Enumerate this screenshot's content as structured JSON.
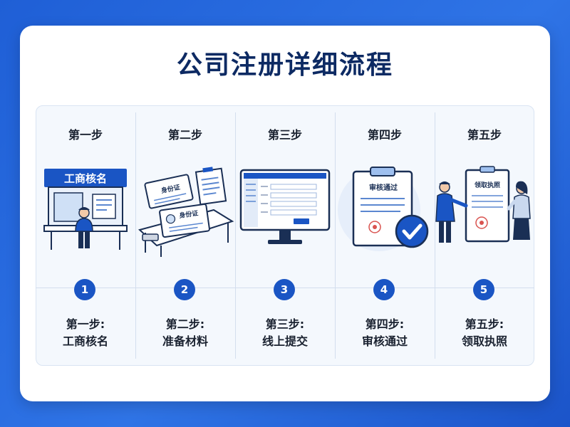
{
  "title": "公司注册详细流程",
  "steps": [
    {
      "num": "1",
      "head": "第一步",
      "cap1": "第一步:",
      "cap2": "工商核名",
      "sign": "工商核名"
    },
    {
      "num": "2",
      "head": "第二步",
      "cap1": "第二步:",
      "cap2": "准备材料",
      "doc1": "身份证",
      "doc2": "身份证"
    },
    {
      "num": "3",
      "head": "第三步",
      "cap1": "第三步:",
      "cap2": "线上提交"
    },
    {
      "num": "4",
      "head": "第四步",
      "cap1": "第四步:",
      "cap2": "审核通过",
      "doc": "审核通过"
    },
    {
      "num": "5",
      "head": "第五步",
      "cap1": "第五步:",
      "cap2": "领取执照",
      "doc": "领取执照"
    }
  ],
  "colors": {
    "primary": "#1a55c4",
    "navy": "#0d2a63",
    "bg": "#2f74e6"
  }
}
